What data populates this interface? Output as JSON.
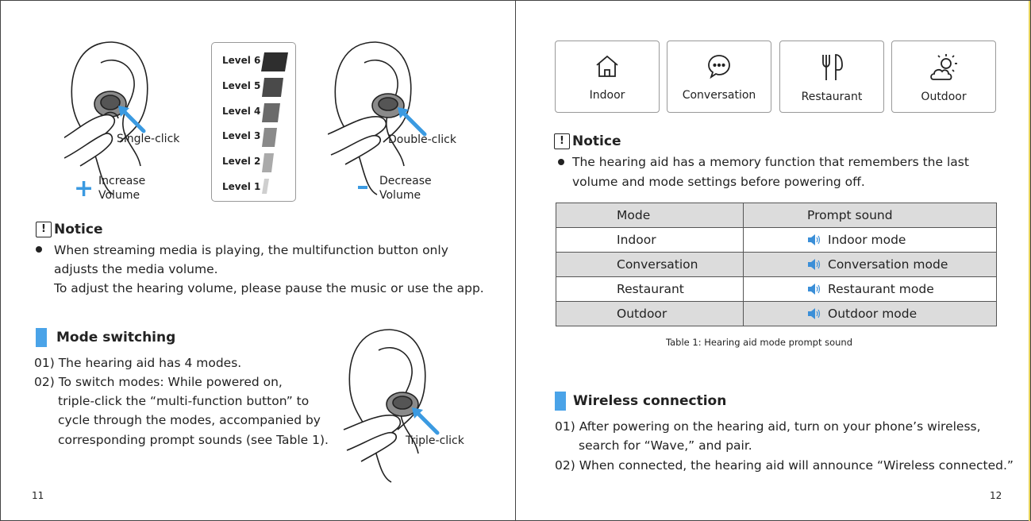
{
  "left_page": {
    "single_click_label": "Single-click",
    "double_click_label": "Double-click",
    "increase_symbol": "+",
    "increase_label_line1": "Increase",
    "increase_label_line2": "Volume",
    "decrease_label_line1": "Decrease",
    "decrease_label_line2": "Volume",
    "levels": [
      "Level 6",
      "Level 5",
      "Level 4",
      "Level 3",
      "Level 2",
      "Level 1"
    ],
    "notice": {
      "icon": "!",
      "title": "Notice",
      "line1": "When streaming media is playing, the multifunction button only",
      "line2": "adjusts the media volume.",
      "line3": "To adjust the hearing volume, please pause the music or use the app."
    },
    "mode_switching": {
      "title": "Mode switching",
      "line1": "01) The hearing aid has 4 modes.",
      "line2": "02) To switch modes: While powered on,",
      "line3": "triple-click the  “multi-function button” to",
      "line4": "cycle through the modes, accompanied by",
      "line5": "corresponding prompt sounds (see Table 1)."
    },
    "triple_click_label": "Triple-click",
    "page_number": "11"
  },
  "right_page": {
    "modes": [
      {
        "label": "Indoor",
        "icon": "house-icon"
      },
      {
        "label": "Conversation",
        "icon": "chat-bubble-icon"
      },
      {
        "label": "Restaurant",
        "icon": "fork-knife-icon"
      },
      {
        "label": "Outdoor",
        "icon": "sun-cloud-icon"
      }
    ],
    "notice": {
      "icon": "!",
      "title": "Notice",
      "line1": "The hearing aid has a memory function that remembers the last",
      "line2": "volume and mode settings before powering off."
    },
    "table": {
      "headers": [
        "Mode",
        "Prompt sound"
      ],
      "rows": [
        [
          "Indoor",
          "Indoor mode"
        ],
        [
          "Conversation",
          "Conversation mode"
        ],
        [
          "Restaurant",
          "Restaurant mode"
        ],
        [
          "Outdoor",
          "Outdoor mode"
        ]
      ],
      "caption": "Table 1: Hearing aid mode prompt sound"
    },
    "wireless": {
      "title": "Wireless connection",
      "line1": "01) After powering on the hearing aid, turn on your phone’s wireless,",
      "line2": "search for “Wave,” and pair.",
      "line3": "02) When connected, the hearing aid will announce “Wireless connected.”"
    },
    "page_number": "12"
  },
  "colors": {
    "accent_blue": "#4aa3e8",
    "table_shade": "#dcdcdc",
    "speaker_blue": "#3b8fd8"
  }
}
